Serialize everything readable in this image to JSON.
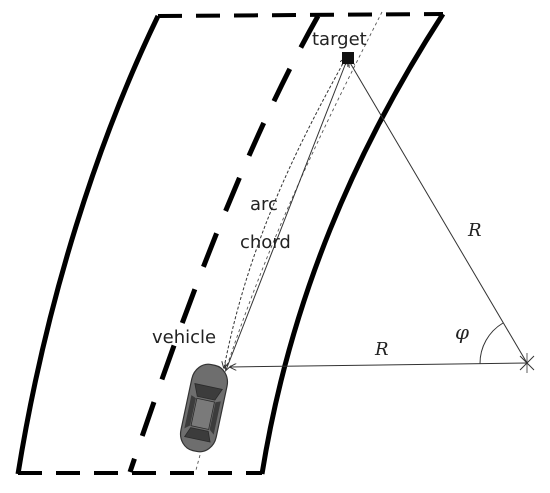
{
  "labels": {
    "target": "target",
    "arc": "arc",
    "chord": "chord",
    "vehicle": "vehicle",
    "radius_upper": "R",
    "radius_lower": "R",
    "angle": "φ"
  },
  "colors": {
    "road_line": "#000000",
    "thin_line": "#333333",
    "vehicle_body": "#6e6e6e",
    "vehicle_detail": "#3c3c3c",
    "target_marker": "#111111"
  },
  "icons": {
    "target": "square-marker-icon",
    "center": "x-marker-icon",
    "vehicle": "car-top-view-icon"
  }
}
